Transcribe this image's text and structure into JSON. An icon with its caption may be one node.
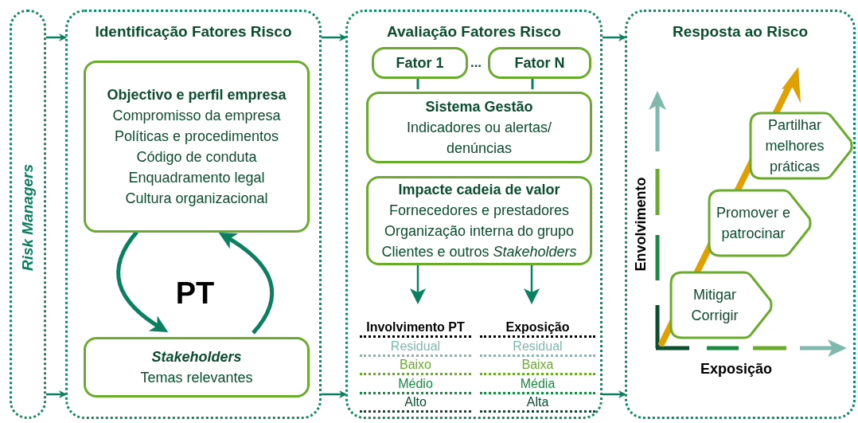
{
  "diagram": {
    "nodes": [
      {
        "text": [
          "Risk Managers"
        ]
      },
      {
        "text": [
          "Identificação Fatores Risco"
        ]
      },
      {
        "text": [
          "Objectivo e perfil empresa",
          "Compromisso da empresa",
          "Políticas e procedimentos",
          "Código de conduta",
          "Enquadramento legal",
          "Cultura organizacional"
        ],
        "in": 1
      },
      {
        "text": [
          "Stakeholders",
          "Temas relevantes"
        ],
        "in": 1
      },
      {
        "text": [
          "Avaliação Fatores Risco"
        ]
      },
      {
        "text": [
          "Fator 1"
        ],
        "in": 4
      },
      {
        "text": [
          "Fator N"
        ],
        "in": 4
      },
      {
        "text": [
          "Sistema Gestão",
          "Indicadores ou alertas/ denúncias"
        ],
        "in": 4
      },
      {
        "text": [
          "Impacte cadeia de valor",
          "Fornecedores e prestadores",
          "Organização interna do grupo",
          "Clientes e outros *Stakeholders*"
        ],
        "in": 4
      },
      {
        "text": [
          "Resposta ao Risco"
        ]
      },
      {
        "text": [
          "Mitigar Corrigir"
        ],
        "in": 9
      },
      {
        "text": [
          "Promover e patrocinar"
        ],
        "in": 9
      },
      {
        "text": [
          "Partilhar melhores práticas"
        ],
        "in": 9
      }
    ],
    "edges": [
      {
        "from": 0,
        "to": 1,
        "arrow": "to"
      },
      {
        "from": 0,
        "to": 1,
        "arrow": "to"
      },
      {
        "from": 1,
        "to": 4,
        "arrow": "to"
      },
      {
        "from": 1,
        "to": 4,
        "arrow": "to"
      },
      {
        "from": 4,
        "to": 9,
        "arrow": "to"
      },
      {
        "from": 4,
        "to": 9,
        "arrow": "to"
      },
      {
        "from": 2,
        "to": 3,
        "arrow": "to",
        "style": "thick"
      },
      {
        "from": 3,
        "to": 2,
        "arrow": "to",
        "style": "thick"
      },
      {
        "from": 5,
        "to": 7,
        "arrow": "none"
      },
      {
        "from": 6,
        "to": 7,
        "arrow": "none"
      },
      {
        "from": 8,
        "to": null,
        "arrow": "to"
      },
      {
        "from": 8,
        "to": null,
        "arrow": "to"
      }
    ],
    "labels": [
      "PT",
      "...",
      "Involvimento PT",
      "Exposição",
      "Residual",
      "Residual",
      "Baixo",
      "Baixa",
      "Médio",
      "Média",
      "Alto",
      "Alta",
      "Envolvimento",
      "Exposição"
    ]
  }
}
